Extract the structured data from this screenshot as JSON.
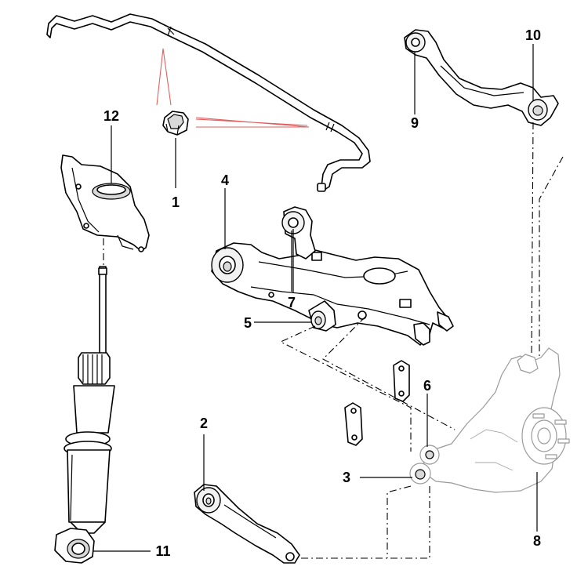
{
  "callouts": [
    {
      "id": "1",
      "text": "1"
    },
    {
      "id": "2",
      "text": "2"
    },
    {
      "id": "3",
      "text": "3"
    },
    {
      "id": "4",
      "text": "4"
    },
    {
      "id": "5",
      "text": "5"
    },
    {
      "id": "6",
      "text": "6"
    },
    {
      "id": "7",
      "text": "7"
    },
    {
      "id": "8",
      "text": "8"
    },
    {
      "id": "9",
      "text": "9"
    },
    {
      "id": "10",
      "text": "10"
    },
    {
      "id": "11",
      "text": "11"
    },
    {
      "id": "12",
      "text": "12"
    }
  ]
}
